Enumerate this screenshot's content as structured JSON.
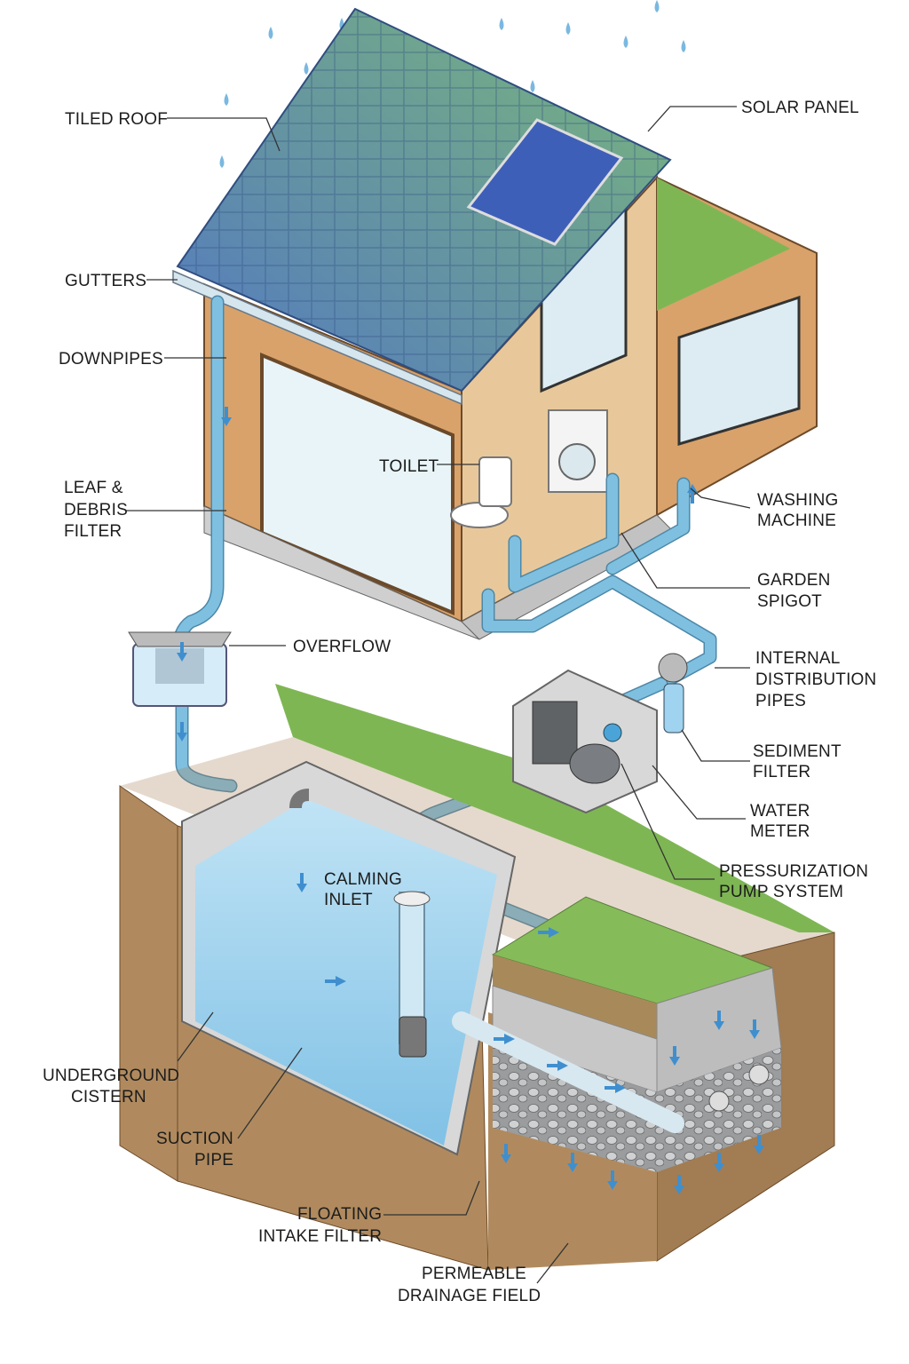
{
  "title": "Rainwater harvesting system",
  "labels": {
    "tiled_roof": "TILED ROOF",
    "solar_panel": "SOLAR PANEL",
    "gutters": "GUTTERS",
    "downpipes": "DOWNPIPES",
    "leaf_filter": [
      "LEAF &",
      "DEBRIS",
      "FILTER"
    ],
    "overflow": "OVERFLOW",
    "toilet": "TOILET",
    "washing_machine": [
      "WASHING",
      "MACHINE"
    ],
    "garden_spigot": [
      "GARDEN",
      "SPIGOT"
    ],
    "internal_pipes": [
      "INTERNAL",
      "DISTRIBUTION",
      "PIPES"
    ],
    "sediment_filter": [
      "SEDIMENT",
      "FILTER"
    ],
    "water_meter": [
      "WATER",
      "METER"
    ],
    "pump_system": [
      "PRESSURIZATION",
      "PUMP SYSTEM"
    ],
    "calming_inlet": [
      "CALMING",
      "INLET"
    ],
    "cistern": [
      "UNDERGROUND",
      "CISTERN"
    ],
    "suction_pipe": [
      "SUCTION",
      "PIPE"
    ],
    "floating_filter": [
      "FLOATING",
      "INTAKE FILTER"
    ],
    "drainage_field": [
      "PERMEABLE",
      "DRAINAGE FIELD"
    ]
  },
  "colors": {
    "water": "#9fd3ef",
    "pipe": "#7fc0e0",
    "roof": "#5f86c4",
    "soil": "#b08a5e",
    "grass": "#7fb654",
    "wood": "#d9a26a"
  }
}
